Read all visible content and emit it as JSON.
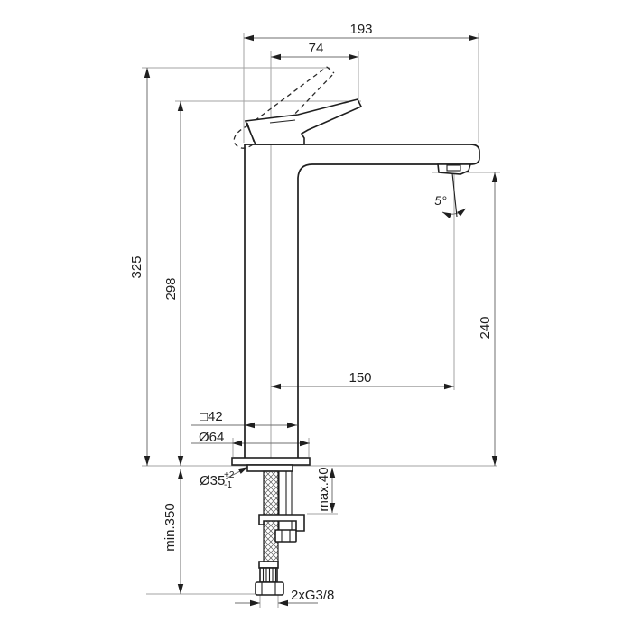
{
  "labels": {
    "width_overall": "193",
    "handle_reach": "74",
    "height_overall": "325",
    "height_to_handle": "298",
    "spout_height": "240",
    "spout_reach": "150",
    "spout_angle": "5°",
    "body_section": "□42",
    "base_dia": "Ø64",
    "hole_dia": "Ø35",
    "hole_tol_upper": "+2",
    "hole_tol_lower": "-1",
    "counter_max": "max.40",
    "hose_min": "min.350",
    "connection": "2xG3/8"
  },
  "colors": {
    "outline": "#1f1f1f",
    "dimension": "#6f6f6f",
    "extension": "#a3a3a3",
    "background": "#ffffff"
  }
}
